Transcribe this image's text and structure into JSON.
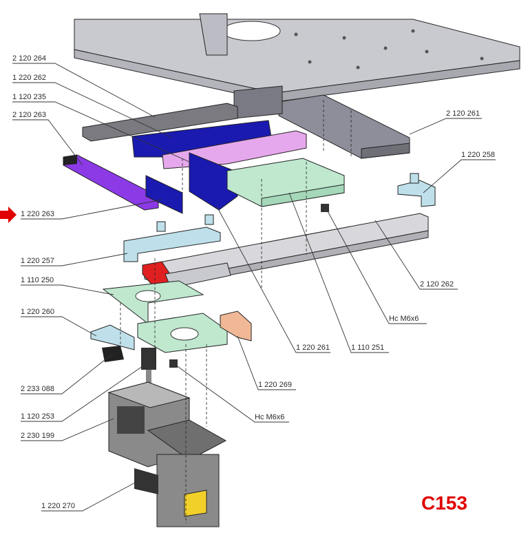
{
  "diagram": {
    "page_code": "C153",
    "colors": {
      "base_plate": "#c9c9d0",
      "rail_dark": "#6f6f78",
      "blue_plate": "#1a1ab0",
      "pink_plate": "#e6a8ec",
      "purple_bar": "#8b3ae6",
      "mint_bracket": "#bfe8cf",
      "light_blue_bracket": "#bfe0ea",
      "orange_tab": "#f0b896",
      "red_carriage": "#e02020",
      "motor_gray": "#8a8a8a",
      "pointer_arrow": "#e00000"
    },
    "labels": [
      {
        "id": "l1",
        "text": "2 120 264"
      },
      {
        "id": "l2",
        "text": "1 220 262"
      },
      {
        "id": "l3",
        "text": "1 120 235"
      },
      {
        "id": "l4",
        "text": "2 120 263"
      },
      {
        "id": "l5",
        "text": "1 220 263"
      },
      {
        "id": "l6",
        "text": "1 220 257"
      },
      {
        "id": "l7",
        "text": "1 110 250"
      },
      {
        "id": "l8",
        "text": "1 220 260"
      },
      {
        "id": "l9",
        "text": "2 233 088"
      },
      {
        "id": "l10",
        "text": "1 120 253"
      },
      {
        "id": "l11",
        "text": "2 230 199"
      },
      {
        "id": "l12",
        "text": "1 220 270"
      },
      {
        "id": "l13",
        "text": "2 120 261"
      },
      {
        "id": "l14",
        "text": "1 220 258"
      },
      {
        "id": "l15",
        "text": "2 120 262"
      },
      {
        "id": "l16",
        "text": "Hc M6x6"
      },
      {
        "id": "l17",
        "text": "1 220 261"
      },
      {
        "id": "l18",
        "text": "1 110 251"
      },
      {
        "id": "l19",
        "text": "1 220 269"
      },
      {
        "id": "l20",
        "text": "Hc M6x6"
      }
    ]
  }
}
